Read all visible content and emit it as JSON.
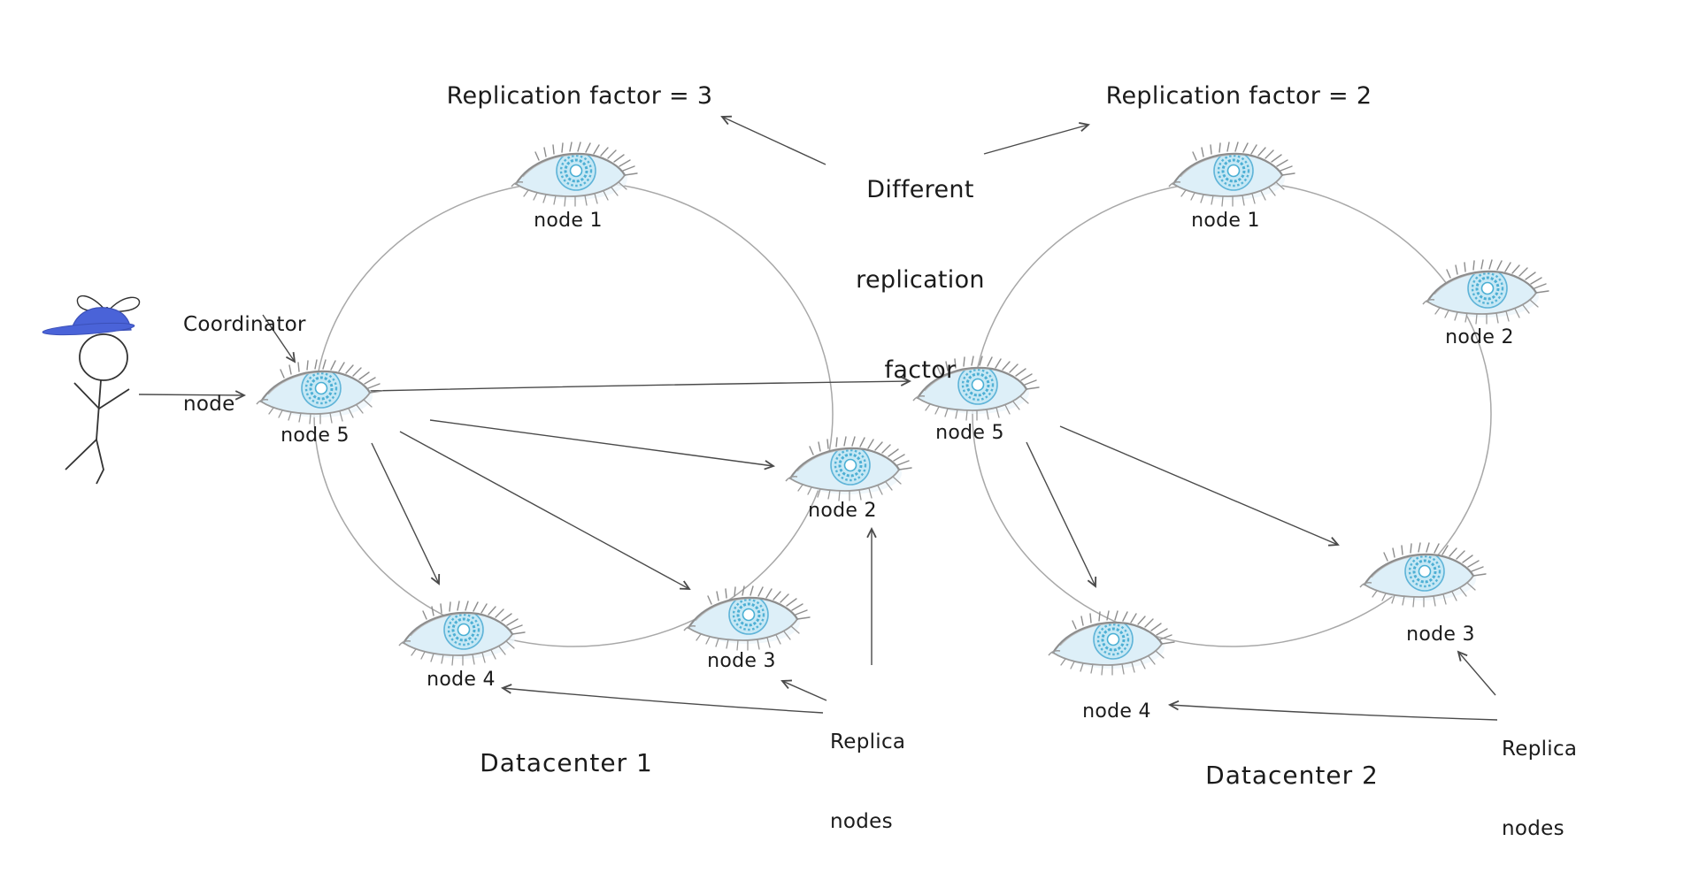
{
  "labels": {
    "coordinator": {
      "line1": "Coordinator",
      "line2": "node"
    },
    "different_rf": {
      "line1": "Different",
      "line2": "replication",
      "line3": "factor"
    },
    "dc1": {
      "replication_factor": "Replication factor = 3",
      "name": "Datacenter 1",
      "replica": {
        "line1": "Replica",
        "line2": "nodes"
      },
      "node_labels": [
        "node 1",
        "node 2",
        "node 3",
        "node 4",
        "node 5"
      ]
    },
    "dc2": {
      "replication_factor": "Replication factor = 2",
      "name": "Datacenter 2",
      "replica": {
        "line1": "Replica",
        "line2": "nodes"
      },
      "node_labels": [
        "node 1",
        "node 2",
        "node 3",
        "node 4",
        "node 5"
      ]
    }
  },
  "icons": {
    "node_icon": "eye-sketch-icon",
    "user_icon": "stick-figure-propeller-cap"
  },
  "colors": {
    "background": "#ffffff",
    "cap_blue": "#4a63d8",
    "sclera_blue": "#ddeff8",
    "iris_blue": "#c6e8f5",
    "iris_detail_blue": "#3fa8d0",
    "ring_gray": "#a3a3a3",
    "arrow_gray": "#4a4a4a",
    "text": "#1b1b1b"
  }
}
